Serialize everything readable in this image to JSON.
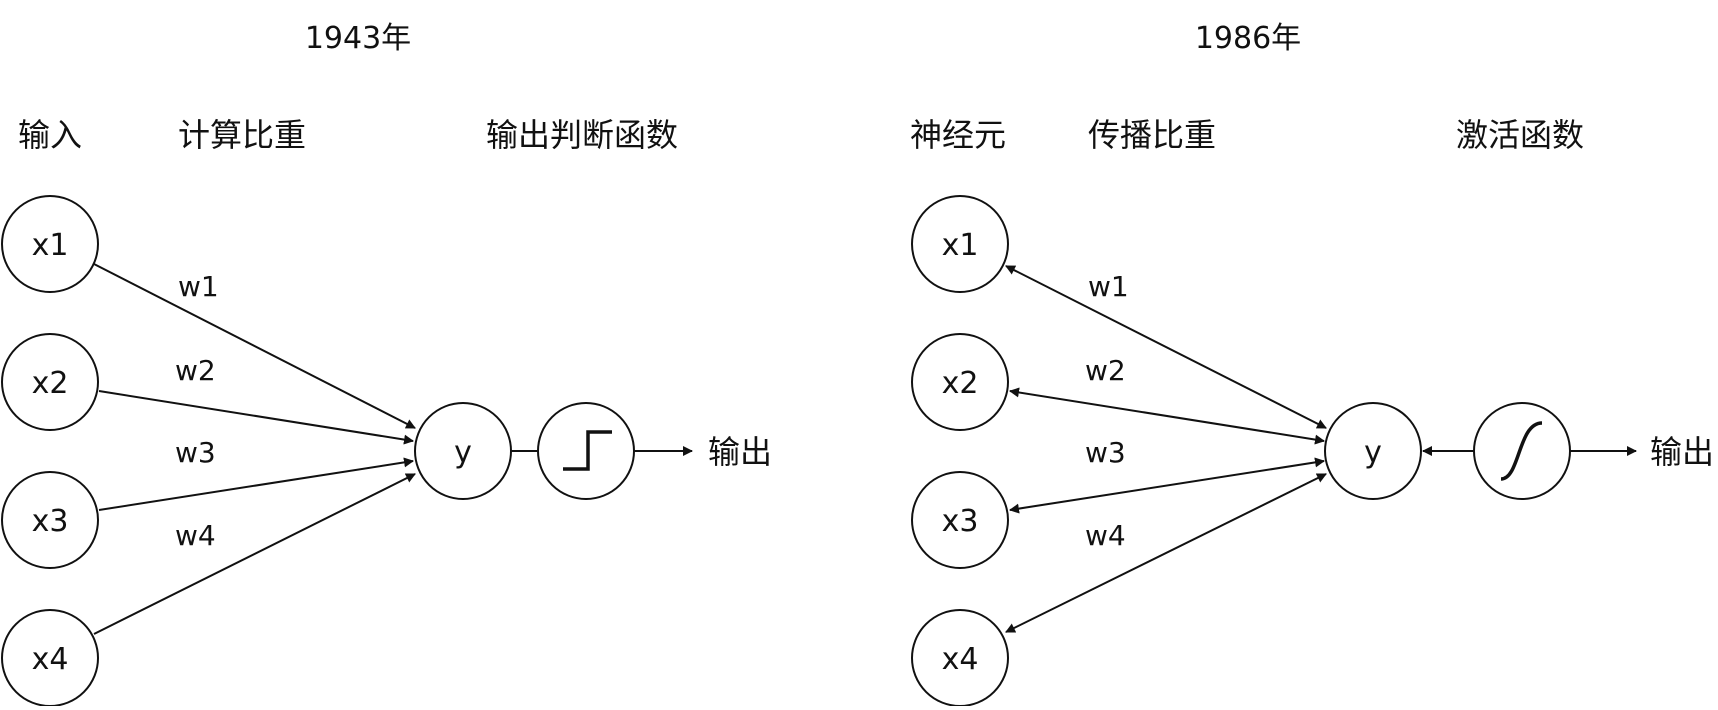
{
  "left_panel": {
    "year": "1943年",
    "headers": {
      "inputs": "输入",
      "weights": "计算比重",
      "function": "输出判断函数"
    },
    "inputs": [
      "x1",
      "x2",
      "x3",
      "x4"
    ],
    "weights": [
      "w1",
      "w2",
      "w3",
      "w4"
    ],
    "output_node": "y",
    "function_icon": "step-function-icon",
    "output_label": "输出"
  },
  "right_panel": {
    "year": "1986年",
    "headers": {
      "inputs": "神经元",
      "weights": "传播比重",
      "function": "激活函数"
    },
    "inputs": [
      "x1",
      "x2",
      "x3",
      "x4"
    ],
    "weights": [
      "w1",
      "w2",
      "w3",
      "w4"
    ],
    "output_node": "y",
    "function_icon": "sigmoid-function-icon",
    "output_label": "输出"
  }
}
